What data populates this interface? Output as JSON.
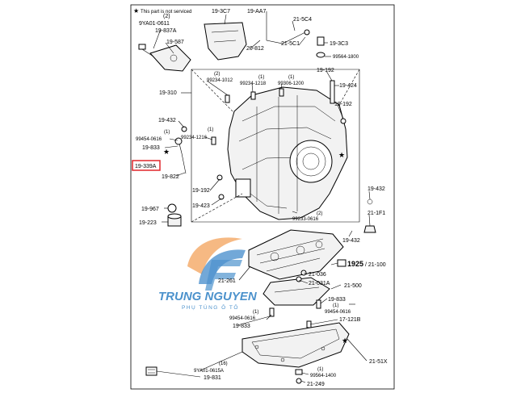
{
  "note": {
    "star": "★",
    "text": "This part is not serviced"
  },
  "labels": [
    {
      "id": "l1",
      "text": "(2)"
    },
    {
      "id": "l2",
      "text": "9YA01-0611"
    },
    {
      "id": "l3",
      "text": "19-837A"
    },
    {
      "id": "l4",
      "text": "19-587"
    },
    {
      "id": "l5",
      "text": "19-3C7"
    },
    {
      "id": "l6",
      "text": "19-AA7"
    },
    {
      "id": "l7",
      "text": "21-5C4"
    },
    {
      "id": "l8",
      "text": "20-812"
    },
    {
      "id": "l9",
      "text": "21-5C1"
    },
    {
      "id": "l10",
      "text": "19-3C3"
    },
    {
      "id": "l11",
      "text": "99564-1800"
    },
    {
      "id": "l12",
      "text": "(2)"
    },
    {
      "id": "l13",
      "text": "99234-1012"
    },
    {
      "id": "l14",
      "text": "(1)"
    },
    {
      "id": "l15",
      "text": "99234-1218"
    },
    {
      "id": "l16",
      "text": "(1)"
    },
    {
      "id": "l17",
      "text": "99306-1200"
    },
    {
      "id": "l18",
      "text": "19-192"
    },
    {
      "id": "l19",
      "text": "19-424"
    },
    {
      "id": "l20",
      "text": "19-310"
    },
    {
      "id": "l21",
      "text": "19-192"
    },
    {
      "id": "l22",
      "text": "19-432"
    },
    {
      "id": "l23",
      "text": "(1)"
    },
    {
      "id": "l24",
      "text": "99454-0616"
    },
    {
      "id": "l25",
      "text": "19-833"
    },
    {
      "id": "l26",
      "text": "(1)"
    },
    {
      "id": "l27",
      "text": "99234-1216"
    },
    {
      "id": "l28",
      "text": "19-822"
    },
    {
      "id": "l29",
      "text": "19-192"
    },
    {
      "id": "l30",
      "text": "19-423"
    },
    {
      "id": "l31",
      "text": "19-967"
    },
    {
      "id": "l32",
      "text": "19-223"
    },
    {
      "id": "l33",
      "text": "(2)"
    },
    {
      "id": "l34",
      "text": "99233-0616"
    },
    {
      "id": "l35",
      "text": "19-432"
    },
    {
      "id": "l36",
      "text": "21-1F1"
    },
    {
      "id": "l37",
      "text": "19-432"
    },
    {
      "id": "l38",
      "text": "/ 21-100"
    },
    {
      "id": "l39",
      "text": "21-036"
    },
    {
      "id": "l40",
      "text": "21-261"
    },
    {
      "id": "l41",
      "text": "21-031A"
    },
    {
      "id": "l42",
      "text": "21-500"
    },
    {
      "id": "l43",
      "text": "19-833"
    },
    {
      "id": "l44",
      "text": "(1)"
    },
    {
      "id": "l45",
      "text": "99454-0616"
    },
    {
      "id": "l46",
      "text": "(1)"
    },
    {
      "id": "l47",
      "text": "99454-0616"
    },
    {
      "id": "l48",
      "text": "17-121B"
    },
    {
      "id": "l49",
      "text": "19-833"
    },
    {
      "id": "l50",
      "text": "21-51X"
    },
    {
      "id": "l51",
      "text": "(16)"
    },
    {
      "id": "l52",
      "text": "9YA01-0615A"
    },
    {
      "id": "l53",
      "text": "19-831"
    },
    {
      "id": "l54",
      "text": "(1)"
    },
    {
      "id": "l55",
      "text": "99564-1400"
    },
    {
      "id": "l56",
      "text": "21-249"
    }
  ],
  "highlight_label": "19-339A",
  "bold_label": "1925",
  "watermark": {
    "title": "TRUNG NGUYEN",
    "subtitle": "PHỤ TÙNG Ô TÔ"
  },
  "colors": {
    "highlight": "#e0262b",
    "logo_orange": "#f2994a",
    "logo_blue": "#2f80c6",
    "watermark_text": "#2d7fc4"
  }
}
